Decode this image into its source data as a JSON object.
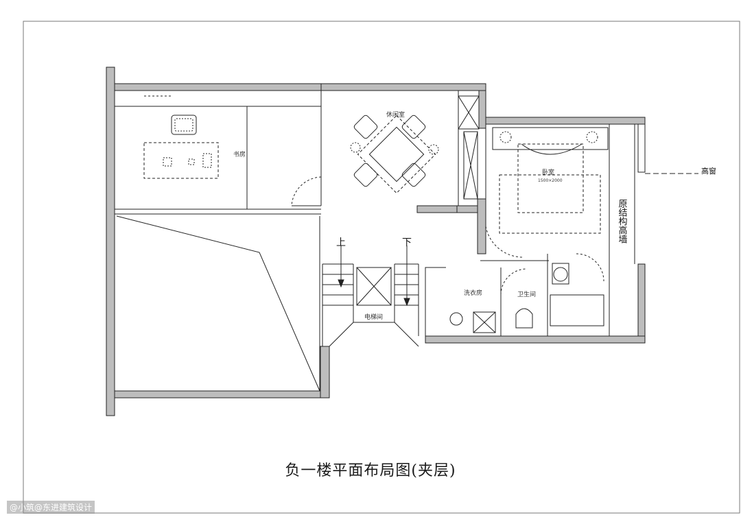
{
  "drawing": {
    "caption": "负一楼平面布局图(夹层)",
    "watermark": "@小筑@东进建筑设计",
    "rooms": {
      "study": "书房",
      "lounge": "休闲室",
      "bedroom": "卧室",
      "elevator": "电梯间",
      "laundry": "洗衣房",
      "bathroom": "卫生间"
    },
    "labels": {
      "up": "上",
      "down": "下",
      "high_window": "高窗",
      "high_wall": "原结构高墙",
      "bed_size": "1500×2000"
    }
  }
}
